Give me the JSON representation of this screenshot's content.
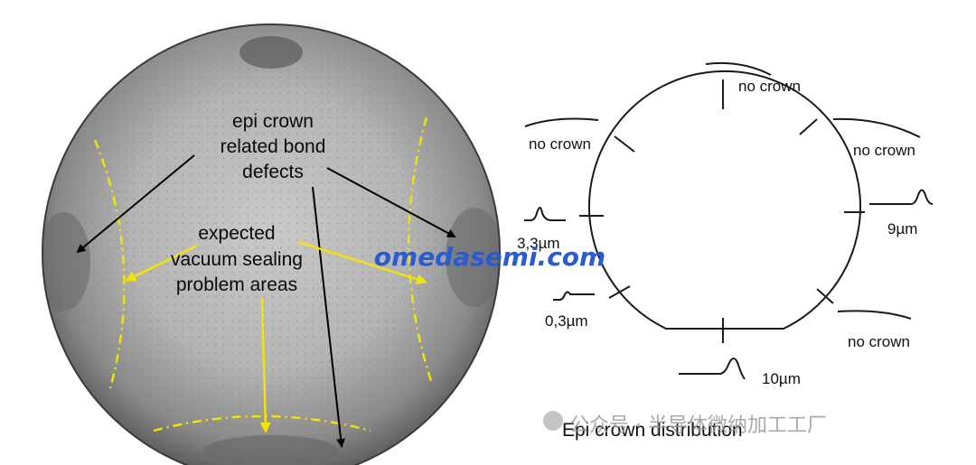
{
  "wafer": {
    "label_bond_defects": [
      "epi crown",
      "related bond",
      "defects"
    ],
    "label_vacuum_sealing": [
      "expected",
      "vacuum sealing",
      "problem areas"
    ]
  },
  "diagram": {
    "caption": "Epi crown distribution",
    "labels": {
      "top": "no crown",
      "top_left": "no crown",
      "top_right": "no crown",
      "left": "3,3µm",
      "right": "9µm",
      "bottom_left": "0,3µm",
      "bottom_right": "no crown",
      "bottom": "10µm"
    }
  },
  "watermark": {
    "brand": "omedasemi.com",
    "wechat": "公众号 · 半导体微纳加工工厂"
  },
  "colors": {
    "annotation_yellow": "#f2e600",
    "watermark_blue": "#2a5bd7"
  }
}
